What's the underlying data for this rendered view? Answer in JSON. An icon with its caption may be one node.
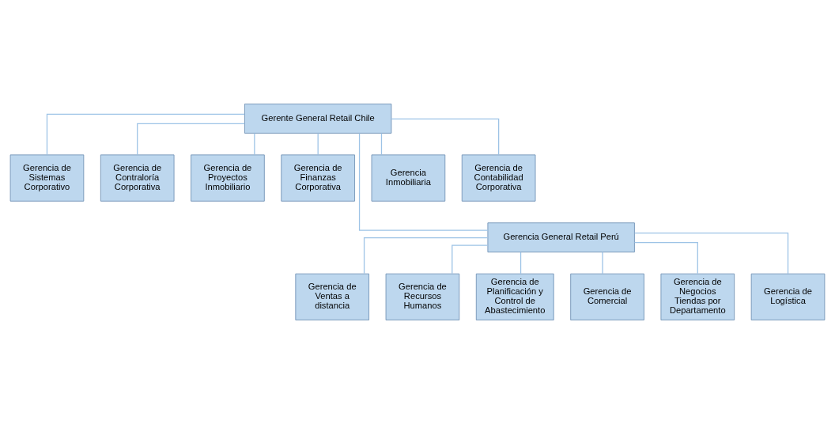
{
  "diagram": {
    "nodes": [
      {
        "text": [
          "Gerente General Retail Chile"
        ]
      },
      {
        "text": [
          "Gerencia de Sistemas Corporativo"
        ]
      },
      {
        "text": [
          "Gerencia de Contraloría Corporativa"
        ]
      },
      {
        "text": [
          "Gerencia de Proyectos Inmobiliario"
        ]
      },
      {
        "text": [
          "Gerencia de Finanzas Corporativa"
        ]
      },
      {
        "text": [
          "Gerencia Inmobiliaria"
        ]
      },
      {
        "text": [
          "Gerencia de Contabilidad Corporativa"
        ]
      },
      {
        "text": [
          "Gerencia General Retail Perú"
        ]
      },
      {
        "text": [
          "Gerencia de Ventas a distancia"
        ]
      },
      {
        "text": [
          "Gerencia de Recursos Humanos"
        ]
      },
      {
        "text": [
          "Gerencia de Planificación y Control de Abastecimiento"
        ]
      },
      {
        "text": [
          "Gerencia de Comercial"
        ]
      },
      {
        "text": [
          "Gerencia de Negocios Tiendas por Departamento"
        ]
      },
      {
        "text": [
          "Gerencia de Logística"
        ]
      }
    ],
    "edges": [
      {
        "from": 0,
        "to": 1,
        "arrow": "none"
      },
      {
        "from": 0,
        "to": 2,
        "arrow": "none"
      },
      {
        "from": 0,
        "to": 3,
        "arrow": "none"
      },
      {
        "from": 0,
        "to": 4,
        "arrow": "none"
      },
      {
        "from": 0,
        "to": 5,
        "arrow": "none"
      },
      {
        "from": 0,
        "to": 6,
        "arrow": "none"
      },
      {
        "from": 0,
        "to": 7,
        "arrow": "none"
      },
      {
        "from": 7,
        "to": 8,
        "arrow": "none"
      },
      {
        "from": 7,
        "to": 9,
        "arrow": "none"
      },
      {
        "from": 7,
        "to": 10,
        "arrow": "none"
      },
      {
        "from": 7,
        "to": 11,
        "arrow": "none"
      },
      {
        "from": 7,
        "to": 12,
        "arrow": "none"
      },
      {
        "from": 7,
        "to": 13,
        "arrow": "none"
      }
    ]
  }
}
